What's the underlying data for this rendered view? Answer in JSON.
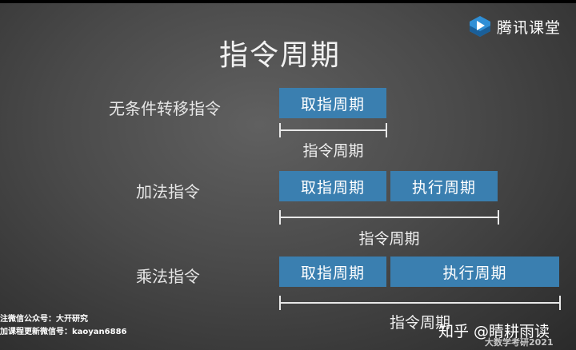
{
  "brand": {
    "name": "腾讯课堂",
    "icon": "tencent-classroom-play-icon",
    "accent": "#3a7fb0"
  },
  "slide": {
    "title": "指令周期",
    "rows": [
      {
        "label": "无条件转移指令",
        "boxes": [
          "取指周期"
        ],
        "cycle_label": "指令周期"
      },
      {
        "label": "加法指令",
        "boxes": [
          "取指周期",
          "执行周期"
        ],
        "cycle_label": "指令周期"
      },
      {
        "label": "乘法指令",
        "boxes": [
          "取指周期",
          "执行周期"
        ],
        "cycle_label": "指令周期"
      }
    ]
  },
  "footnotes": {
    "line1": "注微信公众号：大开研究",
    "line2": "加课程更新微信号：kaoyan6886"
  },
  "watermark": "知乎 @睛耕雨读",
  "corner_text": "大数学考研2021"
}
